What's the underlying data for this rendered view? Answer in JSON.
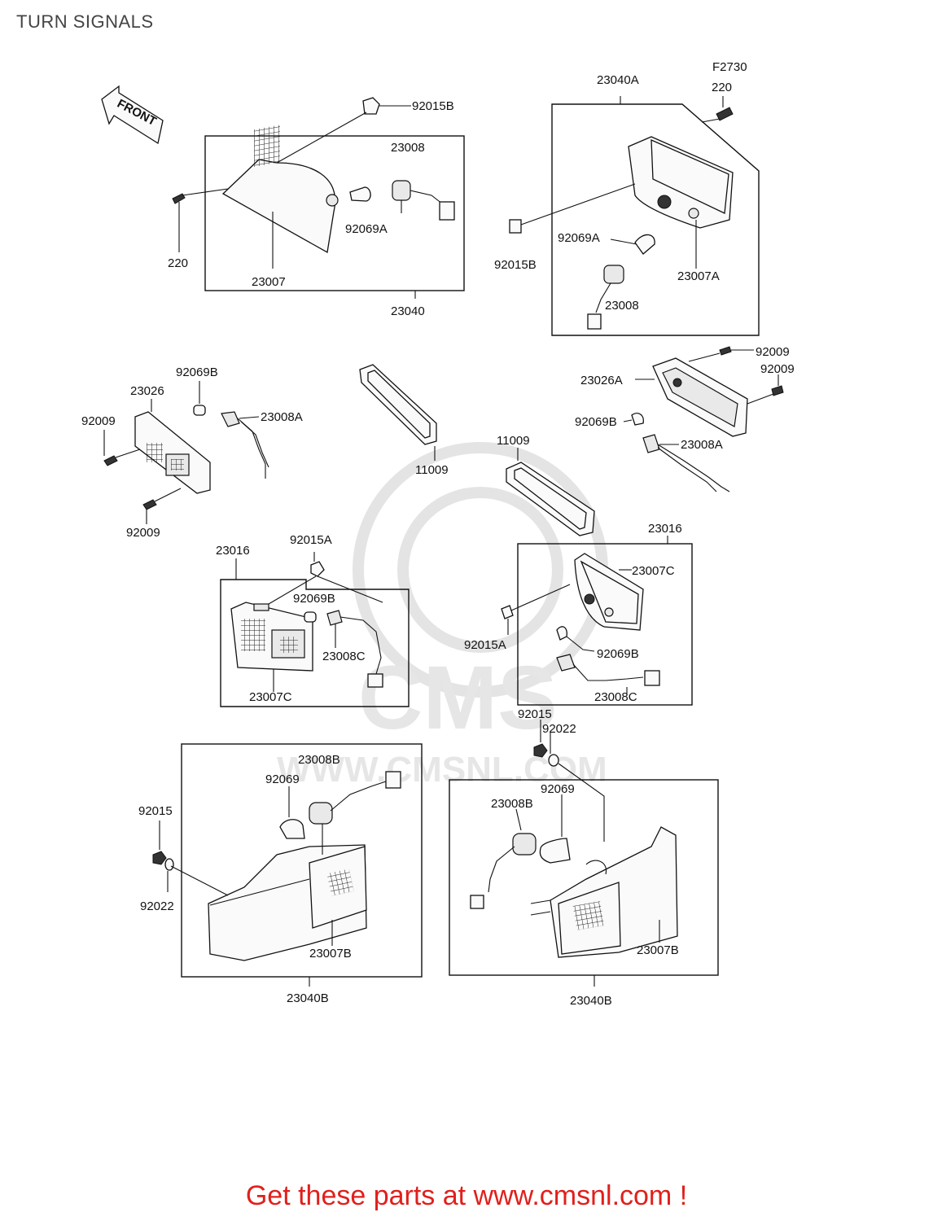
{
  "title": "TURN SIGNALS",
  "figure_code": "F2730",
  "front_arrow_label": "FRONT",
  "watermark": "WWW.CMSNL.COM",
  "watermark_logo": "CMS",
  "promo_text": "Get these parts at www.cmsnl.com !",
  "labels": {
    "p92015B_a": "92015B",
    "p23008_a": "23008",
    "p92069A_a": "92069A",
    "p220_a": "220",
    "p23007_a": "23007",
    "p23040_a": "23040",
    "p23040A": "23040A",
    "p220_b": "220",
    "p92015B_b": "92015B",
    "p92069A_b": "92069A",
    "p23007A": "23007A",
    "p23008_b": "23008",
    "p92069B_a": "92069B",
    "p23026": "23026",
    "p92009_a": "92009",
    "p23008A_a": "23008A",
    "p92009_b": "92009",
    "p11009_a": "11009",
    "p11009_b": "11009",
    "p92009_c": "92009",
    "p23026A": "23026A",
    "p92009_d": "92009",
    "p92069B_b": "92069B",
    "p23008A_b": "23008A",
    "p23016_a": "23016",
    "p92015A_a": "92015A",
    "p92069B_c": "92069B",
    "p23008C_a": "23008C",
    "p23007C_a": "23007C",
    "p23016_b": "23016",
    "p23007C_b": "23007C",
    "p92015A_b": "92015A",
    "p92069B_d": "92069B",
    "p23008C_b": "23008C",
    "p92015_a": "92015",
    "p92022_a": "92022",
    "p23008B_a": "23008B",
    "p92069_a": "92069",
    "p92015_b": "92015",
    "p92022_b": "92022",
    "p23007B_a": "23007B",
    "p23040B_a": "23040B",
    "p92069_b": "92069",
    "p23008B_b": "23008B",
    "p23007B_b": "23007B",
    "p23040B_b": "23040B"
  }
}
